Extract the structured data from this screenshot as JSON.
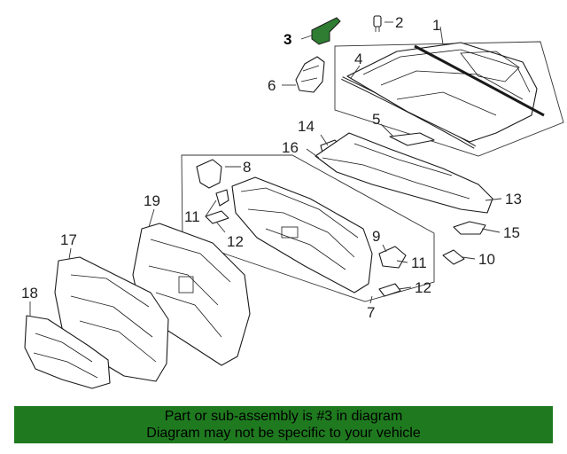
{
  "diagram": {
    "callouts": [
      {
        "id": "c1",
        "text": "1"
      },
      {
        "id": "c2",
        "text": "2"
      },
      {
        "id": "c3",
        "text": "3"
      },
      {
        "id": "c4",
        "text": "4"
      },
      {
        "id": "c5",
        "text": "5"
      },
      {
        "id": "c6",
        "text": "6"
      },
      {
        "id": "c7",
        "text": "7"
      },
      {
        "id": "c8",
        "text": "8"
      },
      {
        "id": "c9",
        "text": "9"
      },
      {
        "id": "c10",
        "text": "10"
      },
      {
        "id": "c11a",
        "text": "11"
      },
      {
        "id": "c11b",
        "text": "11"
      },
      {
        "id": "c12a",
        "text": "12"
      },
      {
        "id": "c12b",
        "text": "12"
      },
      {
        "id": "c13",
        "text": "13"
      },
      {
        "id": "c14",
        "text": "14"
      },
      {
        "id": "c15",
        "text": "15"
      },
      {
        "id": "c16",
        "text": "16"
      },
      {
        "id": "c17",
        "text": "17"
      },
      {
        "id": "c18",
        "text": "18"
      },
      {
        "id": "c19",
        "text": "19"
      }
    ],
    "highlight_color": "#2e7d32"
  },
  "banner": {
    "line1": "Part or sub-assembly is #3 in diagram",
    "line2": "Diagram may not be specific to your vehicle",
    "background": "#1f7a1f"
  }
}
